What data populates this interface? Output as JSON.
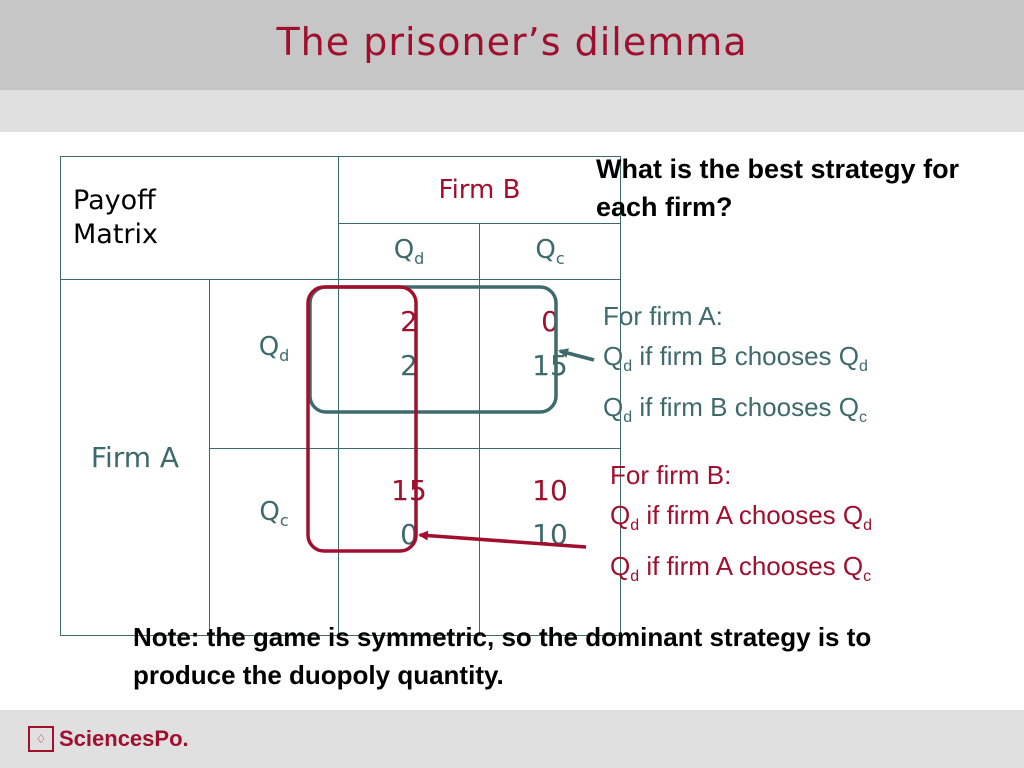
{
  "title": "The prisoner’s dilemma",
  "matrix": {
    "header_label_line1": "Payoff",
    "header_label_line2": "Matrix",
    "firm_b": "Firm B",
    "firm_a": "Firm A",
    "q_letter": "Q",
    "sub_d": "d",
    "sub_c": "c",
    "cells": {
      "dd": {
        "top": "2",
        "bottom": "2"
      },
      "dc": {
        "top": "0",
        "bottom": "15"
      },
      "cd": {
        "top": "15",
        "bottom": "0"
      },
      "cc": {
        "top": "10",
        "bottom": "10"
      }
    }
  },
  "question": "What is the best strategy for each firm?",
  "firm_a_block": {
    "heading": "For firm A:",
    "line_text": " if firm B chooses Q"
  },
  "firm_b_block": {
    "heading": "For firm B:",
    "line_text": " if firm A chooses Q"
  },
  "note": "Note: the game is symmetric, so the dominant strategy is to produce the duopoly quantity.",
  "footer": {
    "brand": "SciencesPo."
  },
  "colors": {
    "red": "#a0102e",
    "teal": "#3e6a6c",
    "title_bar": "#c6c6c6"
  }
}
